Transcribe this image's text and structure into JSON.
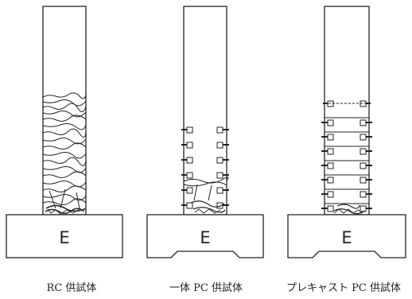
{
  "figure": {
    "specimens": [
      {
        "id": "rc",
        "caption": "RC 供試体",
        "base_letter": "E"
      },
      {
        "id": "mono",
        "caption": "一体 PC 供試体",
        "base_letter": "E"
      },
      {
        "id": "pre",
        "caption": "プレキャスト PC 供試体",
        "base_letter": "E"
      }
    ]
  }
}
